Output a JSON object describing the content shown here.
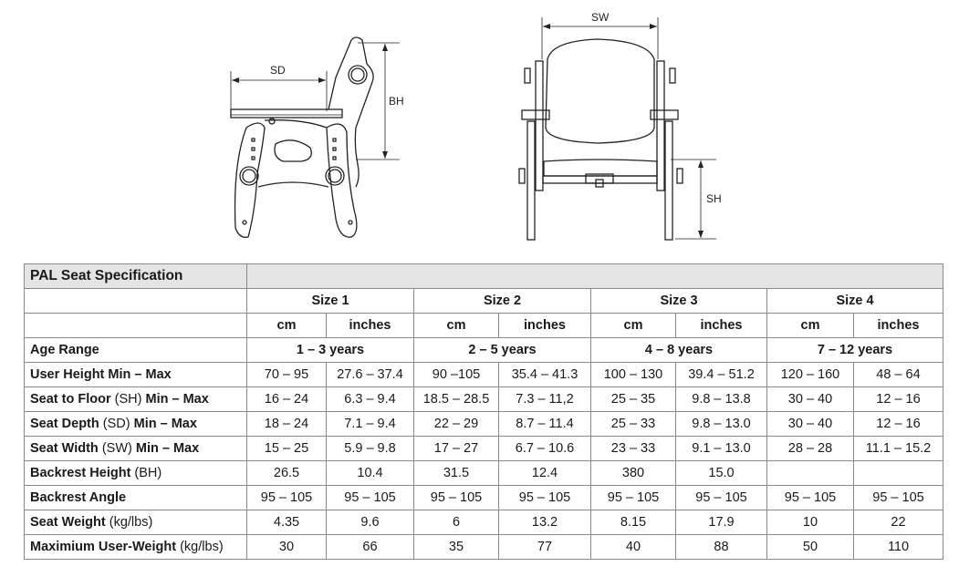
{
  "diagrams": {
    "side_view": {
      "labels": {
        "seat_depth": "SD",
        "backrest_height": "BH"
      }
    },
    "front_view": {
      "labels": {
        "seat_width": "SW",
        "seat_height": "SH"
      }
    }
  },
  "table": {
    "title": "PAL Seat Specification",
    "sizes": [
      "Size 1",
      "Size 2",
      "Size 3",
      "Size 4"
    ],
    "units": [
      "cm",
      "inches"
    ],
    "age_range": {
      "label": "Age Range",
      "values": [
        "1 – 3 years",
        "2 – 5 years",
        "4 – 8 years",
        "7 – 12 years"
      ]
    },
    "rows": [
      {
        "label_bold": "User Height Min – Max",
        "label_normal": "",
        "label_bold_suffix": "",
        "values": [
          "70 – 95",
          "27.6 – 37.4",
          "90 –105",
          "35.4 – 41.3",
          "100 – 130",
          "39.4 – 51.2",
          "120 – 160",
          "48 – 64"
        ]
      },
      {
        "label_bold": "Seat to Floor",
        "label_normal": " (SH) ",
        "label_bold_suffix": "Min – Max",
        "values": [
          "16 – 24",
          "6.3 – 9.4",
          "18.5 – 28.5",
          "7.3 – 11,2",
          "25 – 35",
          "9.8 – 13.8",
          "30 – 40",
          "12 – 16"
        ]
      },
      {
        "label_bold": "Seat Depth",
        "label_normal": " (SD) ",
        "label_bold_suffix": "Min – Max",
        "values": [
          "18 – 24",
          "7.1 – 9.4",
          "22 – 29",
          "8.7 – 11.4",
          "25 – 33",
          "9.8 – 13.0",
          "30 – 40",
          "12 – 16"
        ]
      },
      {
        "label_bold": "Seat Width",
        "label_normal": " (SW) ",
        "label_bold_suffix": "Min – Max",
        "values": [
          "15 – 25",
          "5.9 – 9.8",
          "17 – 27",
          "6.7 – 10.6",
          "23 – 33",
          "9.1 – 13.0",
          "28 – 28",
          "11.1 – 15.2"
        ]
      },
      {
        "label_bold": "Backrest Height",
        "label_normal": " (BH)",
        "label_bold_suffix": "",
        "values": [
          "26.5",
          "10.4",
          "31.5",
          "12.4",
          "380",
          "15.0",
          "",
          ""
        ]
      },
      {
        "label_bold": "Backrest Angle",
        "label_normal": "",
        "label_bold_suffix": "",
        "values": [
          "95 – 105",
          "95 – 105",
          "95 – 105",
          "95 – 105",
          "95 – 105",
          "95 – 105",
          "95 – 105",
          "95 – 105"
        ]
      },
      {
        "label_bold": "Seat Weight",
        "label_normal": " (kg/lbs)",
        "label_bold_suffix": "",
        "values": [
          "4.35",
          "9.6",
          "6",
          "13.2",
          "8.15",
          "17.9",
          "10",
          "22"
        ]
      },
      {
        "label_bold": "Maximium User-Weight",
        "label_normal": " (kg/lbs)",
        "label_bold_suffix": "",
        "values": [
          "30",
          "66",
          "35",
          "77",
          "40",
          "88",
          "50",
          "110"
        ]
      }
    ]
  }
}
